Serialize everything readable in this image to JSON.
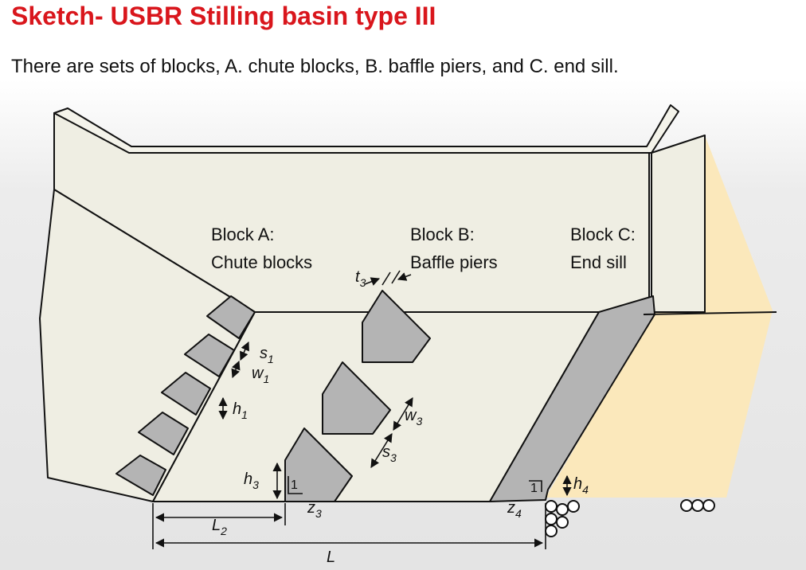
{
  "slide": {
    "title": "Sketch- USBR Stilling basin type III",
    "subtitle": "There are sets of blocks,  A. chute blocks, B. baffle piers, and C. end sill."
  },
  "blocks": {
    "a": {
      "line1": "Block A:",
      "line2": "Chute blocks"
    },
    "b": {
      "line1": "Block B:",
      "line2": "Baffle piers"
    },
    "c": {
      "line1": "Block C:",
      "line2": "End sill"
    }
  },
  "dimensions": {
    "s1": {
      "main": "s",
      "sub": "1"
    },
    "w1": {
      "main": "w",
      "sub": "1"
    },
    "h1": {
      "main": "h",
      "sub": "1"
    },
    "t3": {
      "main": "t",
      "sub": "3"
    },
    "w3": {
      "main": "w",
      "sub": "3"
    },
    "s3": {
      "main": "s",
      "sub": "3"
    },
    "h3": {
      "main": "h",
      "sub": "3"
    },
    "z3": {
      "main": "z",
      "sub": "3"
    },
    "z4": {
      "main": "z",
      "sub": "4"
    },
    "h4": {
      "main": "h",
      "sub": "4"
    },
    "l2": {
      "main": "L",
      "sub": "2"
    },
    "l": {
      "main": "L"
    },
    "slope3": "1",
    "slope4": "1"
  },
  "colors": {
    "title": "#d9161c",
    "concrete": "#efeee3",
    "block": "#b4b4b4",
    "soil": "#fbe8bb"
  }
}
